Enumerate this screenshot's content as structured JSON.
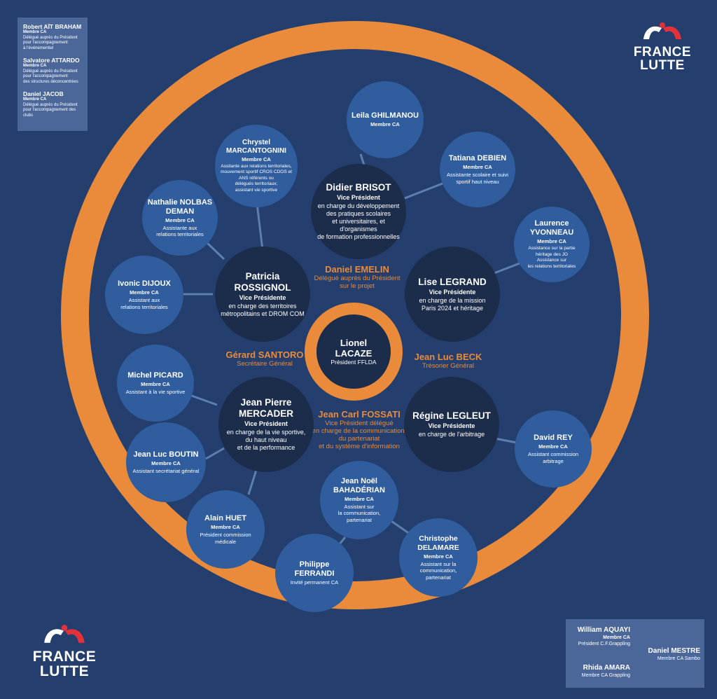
{
  "colors": {
    "background": "#243f6e",
    "orange": "#e98b3a",
    "node_small": "#2f5d9e",
    "node_big": "#1c2c4b",
    "infobox": "#4b679a",
    "logo_red": "#e4323a"
  },
  "logo": {
    "line1": "FRANCE",
    "line2": "LUTTE"
  },
  "center": {
    "name": "Lionel LACAZE",
    "role": "Président FFLDA"
  },
  "orange_labels": {
    "emelin": {
      "name": "Daniel EMELIN",
      "role": "Délégué auprès du Président\nsur le projet"
    },
    "santoro": {
      "name": "Gérard SANTORO",
      "role": "Secrétaire Général"
    },
    "beck": {
      "name": "Jean Luc BECK",
      "role": "Trésorier Général"
    },
    "fossati": {
      "name": "Jean Carl FOSSATI",
      "role": "Vice Président délégué\nen charge de la communication,\ndu partenariat\net du système d'information"
    }
  },
  "vps": {
    "brisot": {
      "name": "Didier BRISOT",
      "role": "Vice Président",
      "desc": "en charge du développement\ndes pratiques scolaires\net universitaires, et d'organismes\nde formation professionnelles"
    },
    "rossignol": {
      "name": "Patricia ROSSIGNOL",
      "role": "Vice Présidente",
      "desc": "en charge des territoires\nmétropolitains et DROM COM"
    },
    "legrand": {
      "name": "Lise LEGRAND",
      "role": "Vice Présidente",
      "desc": "en charge de la mission\nParis 2024 et héritage"
    },
    "mercader": {
      "name": "Jean Pierre MERCADER",
      "role": "Vice Président",
      "desc": "en charge de la vie sportive,\ndu haut niveau\net de la performance"
    },
    "legleut": {
      "name": "Régine LEGLEUT",
      "role": "Vice Présidente",
      "desc": "en charge de l'arbitrage"
    }
  },
  "members": {
    "ghilmanou": {
      "name": "Leila GHILMANOU",
      "role": "Membre CA",
      "desc": ""
    },
    "debien": {
      "name": "Tatiana DEBIEN",
      "role": "Membre CA",
      "desc": "Assistante scolaire et suivi\nsportif haut niveau"
    },
    "marcantognini": {
      "name": "Chrystel\nMARCANTOGNINI",
      "role": "Membre CA",
      "desc": "Assitante aux relations territoriales,\nmouvement sportif CROS CDOS et\nANS référents ou\ndélégués territoriaux;\nassistant vie sportive"
    },
    "nolbas": {
      "name": "Nathalie\nNOLBAS DEMAN",
      "role": "Membre CA",
      "desc": "Assistante aux\nrelations territoriales"
    },
    "yvonneau": {
      "name": "Laurence\nYVONNEAU",
      "role": "Membre CA",
      "desc": "Assistance sur la partie\nhéritage des JO\nAssistance sur\nles relations territoriales"
    },
    "dijoux": {
      "name": "Ivonic DIJOUX",
      "role": "Membre CA",
      "desc": "Assistant aux\nrelations territoriales"
    },
    "picard": {
      "name": "Michel PICARD",
      "role": "Membre CA",
      "desc": "Assistant à la vie sportive"
    },
    "boutin": {
      "name": "Jean Luc BOUTIN",
      "role": "Membre CA",
      "desc": "Assistant secrétariat général"
    },
    "huet": {
      "name": "Alain HUET",
      "role": "Membre CA",
      "desc": "Président commission médicale"
    },
    "rey": {
      "name": "David REY",
      "role": "Membre CA",
      "desc": "Assistant commission arbitrage"
    },
    "bahaderian": {
      "name": "Jean Noël\nBAHADÉRIAN",
      "role": "Membre CA",
      "desc": "Assistant sur\nla communication,\npartenariat"
    },
    "delamare": {
      "name": "Christophe DELAMARE",
      "role": "Membre CA",
      "desc": "Assistant sur la communication,\npartenariat"
    },
    "ferrandi": {
      "name": "Philippe FERRANDI",
      "role": "",
      "desc": "Invité permanent CA"
    }
  },
  "topleft_box": [
    {
      "name": "Robert AÏT BRAHAM",
      "role": "Membre CA",
      "desc": "Délégué auprès du Président\npour l'accompagnement\nà l'événementiel"
    },
    {
      "name": "Salvatore ATTARDO",
      "role": "Membre CA",
      "desc": "Délégué auprès du Président\npour l'accompagnement\ndes structures déconcentrées"
    },
    {
      "name": "Daniel JACOB",
      "role": "Membre CA",
      "desc": "Délégué auprès du Président\npour l'accompagnement des clubs"
    }
  ],
  "bottomright_box": {
    "aquayi": {
      "name": "William AQUAYI",
      "role": "Membre CA",
      "desc": "Président C.F.Grappling"
    },
    "amara": {
      "name": "Rhida AMARA",
      "role": "",
      "desc": "Membre CA Grappling"
    },
    "mestre": {
      "name": "Daniel MESTRE",
      "role": "",
      "desc": "Membre CA Sambo"
    }
  }
}
